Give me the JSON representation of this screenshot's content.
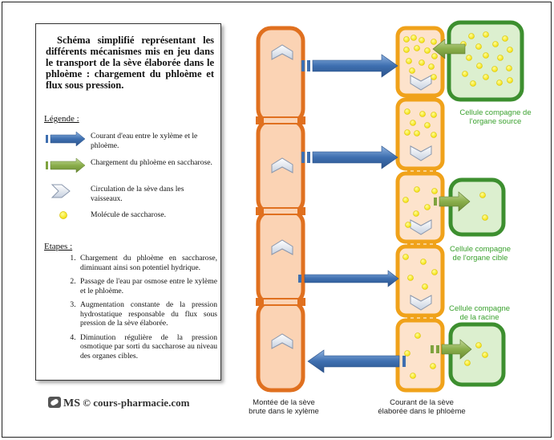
{
  "title": "Schéma simplifié représentant les différents mécanismes mis en jeu dans le transport de la sève élaborée dans le phloème : chargement du phloème et flux sous pression.",
  "legend": {
    "heading": "Légende :",
    "items": [
      {
        "icon": "blue-arrow-icon",
        "text": "Courant d'eau entre le xylème et le phloème."
      },
      {
        "icon": "green-arrow-icon",
        "text": "Chargement du phloème en saccharose."
      },
      {
        "icon": "chevron-icon",
        "text": "Circulation de la sève dans les vaisseaux."
      },
      {
        "icon": "yellow-dot-icon",
        "text": "Molécule de saccharose."
      }
    ]
  },
  "steps": {
    "heading": "Etapes :",
    "items": [
      "Chargement du phloème en saccharose, diminuant ainsi son potentiel hydrique.",
      "Passage de l'eau par osmose entre le xylème et le phloème.",
      "Augmentation constante de la pression hydrostatique responsable du flux sous pression de la sève élaborée.",
      "Diminution régulière de la pression osmotique par sorti du saccharose au niveau des organes cibles."
    ]
  },
  "footer": {
    "logo": "MS",
    "text": "© cours-pharmacie.com"
  },
  "captions": {
    "source_cell": "Cellule compagne de l'organe source",
    "target_cell": "Cellule compagne de l'organe cible",
    "root_cell": "Cellule compagne de la racine",
    "xylem": "Montée de la sève brute dans le xylème",
    "phloem": "Courant de la sève élaborée dans le phloème"
  },
  "colors": {
    "xylem_fill": "#fbd3b4",
    "xylem_border": "#e0701f",
    "phloem_border": "#f0a21a",
    "phloem_fill": "#fde3cc",
    "cell_border": "#3d8f2f",
    "cell_fill": "#dcefcf",
    "sucrose": "#ffee00",
    "water_arrow": "#3e6fb0",
    "sucrose_arrow": "#7fa33f",
    "caption_green": "#3aa12e"
  }
}
